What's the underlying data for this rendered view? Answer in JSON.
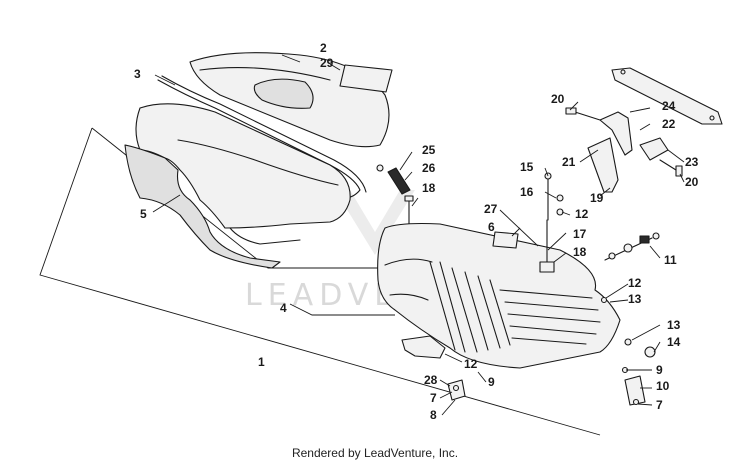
{
  "watermark_text": "LEADVENTURE",
  "footer_text": "Rendered by LeadVenture, Inc.",
  "callouts": [
    "2",
    "29",
    "3",
    "5",
    "4",
    "1",
    "25",
    "26",
    "18",
    "27",
    "6",
    "17",
    "18",
    "15",
    "16",
    "12",
    "20",
    "24",
    "22",
    "21",
    "19",
    "23",
    "20",
    "11",
    "12",
    "13",
    "13",
    "14",
    "12",
    "9",
    "28",
    "7",
    "8",
    "9",
    "10",
    "7"
  ]
}
